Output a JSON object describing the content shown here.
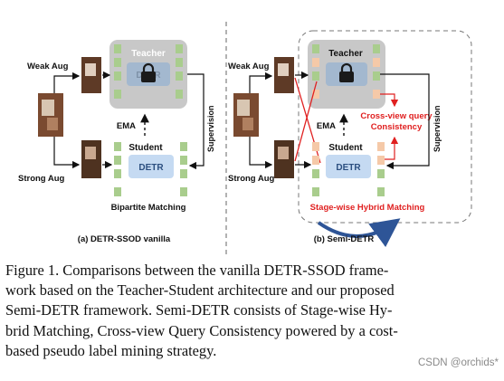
{
  "figure": {
    "left": {
      "weak_aug": "Weak Aug",
      "strong_aug": "Strong Aug",
      "teacher": "Teacher",
      "detr_faint": "DETR",
      "student": "Student",
      "detr": "DETR",
      "ema": "EMA",
      "supervision": "Supervision",
      "matching": "Bipartite Matching",
      "caption": "(a) DETR-SSOD vanilla"
    },
    "right": {
      "weak_aug": "Weak Aug",
      "strong_aug": "Strong Aug",
      "teacher": "Teacher",
      "student": "Student",
      "detr": "DETR",
      "ema": "EMA",
      "supervision": "Supervision",
      "consistency_line1": "Cross-view query",
      "consistency_line2": "Consistency",
      "matching": "Stage-wise Hybrid Matching",
      "caption": "(b) Semi-DETR"
    },
    "colors": {
      "accent_red": "#e02020",
      "detr_blue": "#c5daf2",
      "token_green": "#a9cd8d",
      "token_orange": "#f5c9a8",
      "teacher_gray": "#c8c8c8"
    }
  },
  "caption": {
    "lines": [
      "Figure 1. Comparisons between the vanilla DETR-SSOD frame-",
      "work based on the Teacher-Student architecture and our proposed",
      "Semi-DETR framework. Semi-DETR consists of Stage-wise Hy-",
      "brid Matching, Cross-view Query Consistency powered by a cost-",
      "based pseudo label mining strategy."
    ]
  },
  "watermark": "CSDN @orchids*"
}
